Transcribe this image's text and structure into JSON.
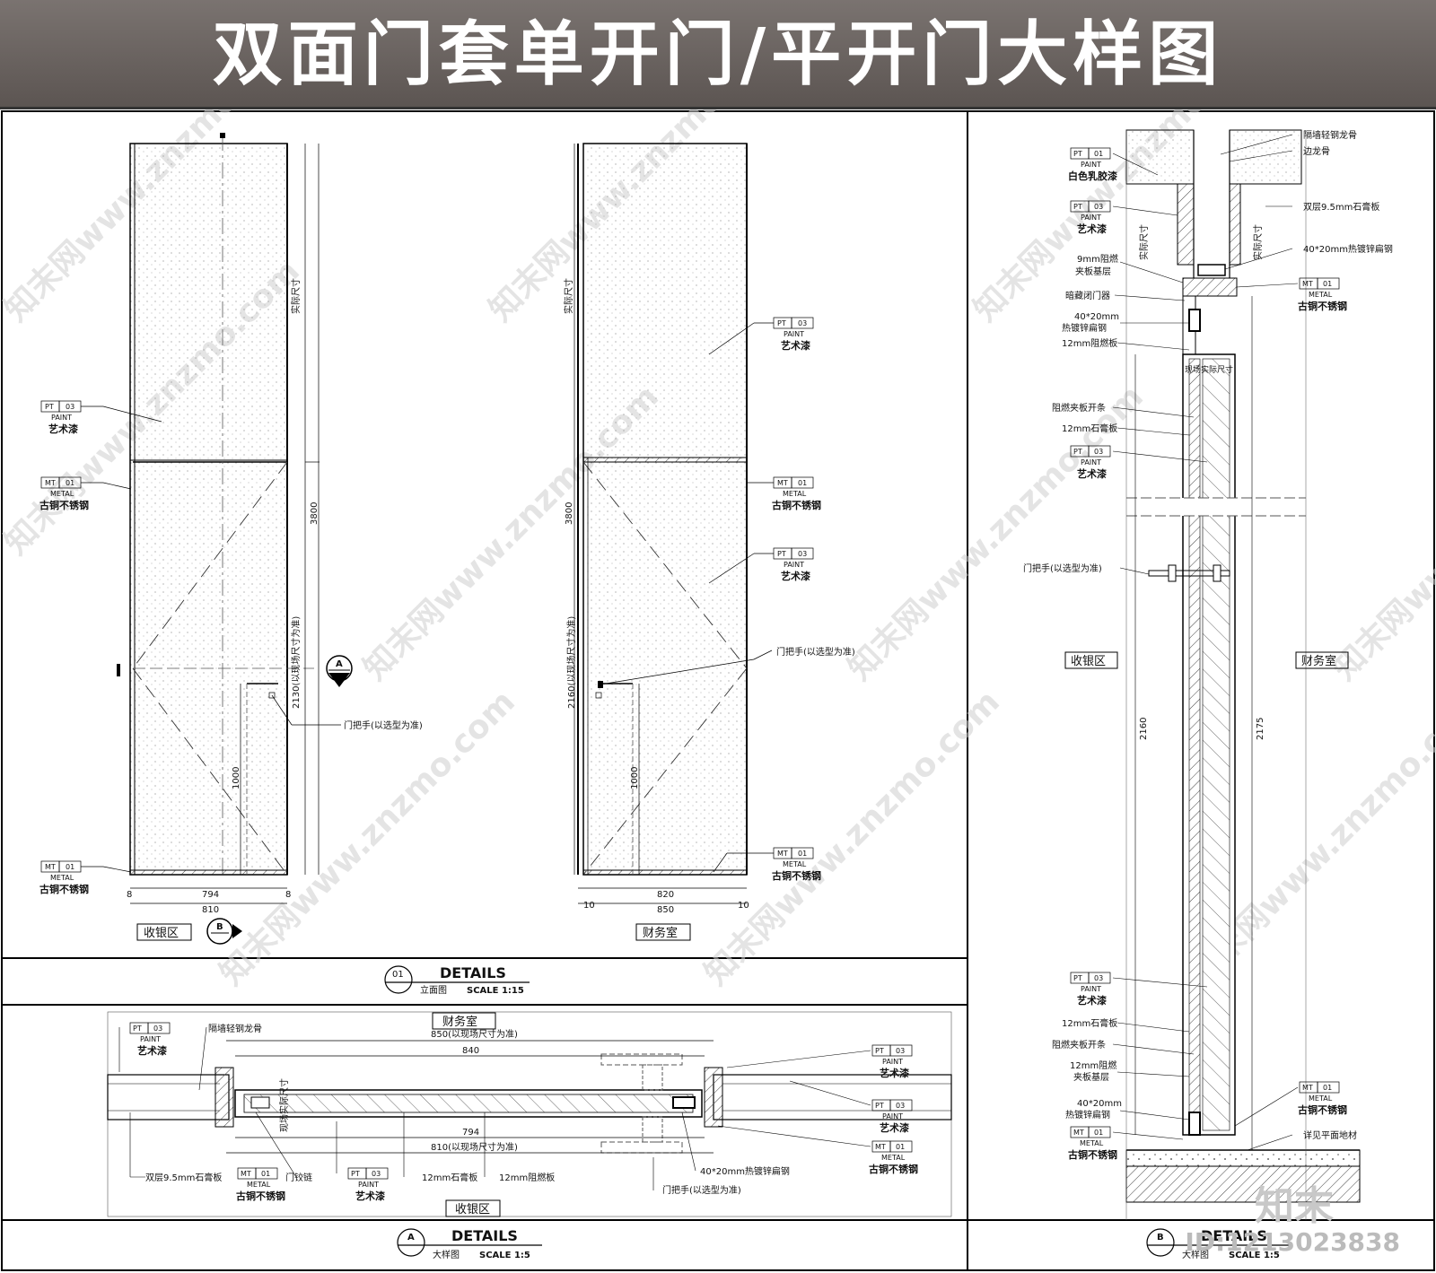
{
  "title": "双面门套单开门/平开门大样图",
  "tags": {
    "pt03": {
      "code": "PT",
      "num": "03",
      "type": "PAINT",
      "name": "艺术漆"
    },
    "pt01": {
      "code": "PT",
      "num": "01",
      "type": "PAINT",
      "name": "白色乳胶漆"
    },
    "mt01": {
      "code": "MT",
      "num": "01",
      "type": "METAL",
      "name": "古铜不锈钢"
    }
  },
  "elevation": {
    "left": {
      "room": "收银区",
      "dims": {
        "total_w": "810",
        "clear_w": "794",
        "side": "8",
        "height": "3800",
        "door_h": "2130(以现场尺寸为准)",
        "handle_h": "1000",
        "actual": "实际尺寸"
      },
      "handle": "门把手(以选型为准)",
      "marker_a": "A",
      "marker_b": "B"
    },
    "right": {
      "room": "财务室",
      "dims": {
        "total_w": "850",
        "clear_w": "820",
        "side": "10",
        "height": "3800",
        "door_h": "2160(以现场尺寸为准)",
        "handle_h": "1000",
        "actual": "实际尺寸"
      },
      "handle": "门把手(以选型为准)"
    },
    "caption": {
      "num": "01",
      "title": "DETAILS",
      "sub": "立面图",
      "scale": "SCALE  1:15"
    }
  },
  "plan": {
    "room_top": "财务室",
    "room_bottom": "收银区",
    "dims": {
      "d850": "850(以现场尺寸为准)",
      "d840": "840",
      "d794": "794",
      "d810": "810(以现场尺寸为准)",
      "actual": "现场实际尺寸"
    },
    "notes": {
      "stud": "隔墙轻钢龙骨",
      "gypsum2": "双层9.5mm石膏板",
      "hinge": "门铰链",
      "gyp12": "12mm石膏板",
      "fr12": "12mm阻燃板",
      "steel": "40*20mm热镀锌扁钢",
      "handle": "门把手(以选型为准)"
    },
    "caption": {
      "num": "A",
      "title": "DETAILS",
      "sub": "大样图",
      "scale": "SCALE  1:5"
    }
  },
  "section": {
    "room_left": "收银区",
    "room_right": "财务室",
    "dims": {
      "left": "2160",
      "right": "2175",
      "actual": "实际尺寸",
      "site": "现场实际尺寸"
    },
    "notes_right": [
      "隔墙轻钢龙骨",
      "边龙骨",
      "双层9.5mm石膏板",
      "40*20mm热镀锌扁钢",
      "详见平面地材"
    ],
    "notes_left": [
      "9mm阻燃",
      "夹板基层",
      "暗藏闭门器",
      "40*20mm",
      "热镀锌扁钢",
      "12mm阻燃板",
      "阻燃夹板开条",
      "12mm石膏板",
      "门把手(以选型为准)",
      "12mm石膏板",
      "阻燃夹板开条",
      "12mm阻燃",
      "夹板基层",
      "40*20mm",
      "热镀锌扁钢"
    ],
    "caption": {
      "num": "B",
      "title": "DETAILS",
      "sub": "大样图",
      "scale": "SCALE  1:5"
    }
  },
  "watermark": "知末网www.znzmo.com",
  "logo_text": "知末",
  "image_id": "ID:1213023838"
}
